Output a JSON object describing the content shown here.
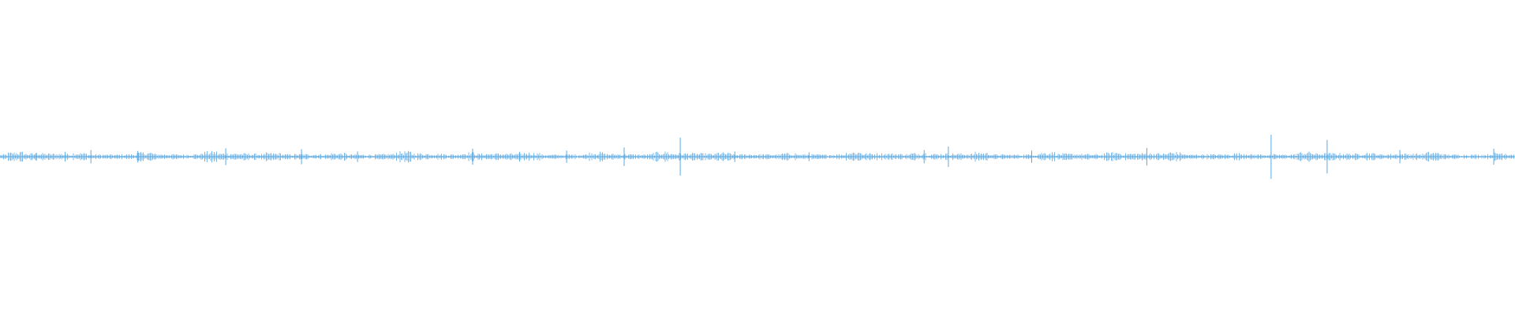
{
  "waveform": {
    "color": "#5aa9e2",
    "background": "#ffffff",
    "peaks": [
      {
        "t": 0.024,
        "amp": 0.18
      },
      {
        "t": 0.043,
        "amp": 0.22
      },
      {
        "t": 0.06,
        "amp": 0.3
      },
      {
        "t": 0.091,
        "amp": 0.26
      },
      {
        "t": 0.149,
        "amp": 0.38
      },
      {
        "t": 0.199,
        "amp": 0.34
      },
      {
        "t": 0.236,
        "amp": 0.24
      },
      {
        "t": 0.312,
        "amp": 0.36
      },
      {
        "t": 0.343,
        "amp": 0.22
      },
      {
        "t": 0.374,
        "amp": 0.28
      },
      {
        "t": 0.412,
        "amp": 0.42
      },
      {
        "t": 0.449,
        "amp": 0.86
      },
      {
        "t": 0.485,
        "amp": 0.24
      },
      {
        "t": 0.534,
        "amp": 0.2
      },
      {
        "t": 0.61,
        "amp": 0.3
      },
      {
        "t": 0.626,
        "amp": 0.46
      },
      {
        "t": 0.681,
        "amp": 0.28
      },
      {
        "t": 0.757,
        "amp": 0.4
      },
      {
        "t": 0.839,
        "amp": 1.0
      },
      {
        "t": 0.876,
        "amp": 0.76
      },
      {
        "t": 0.924,
        "amp": 0.3
      },
      {
        "t": 0.986,
        "amp": 0.36
      }
    ]
  }
}
